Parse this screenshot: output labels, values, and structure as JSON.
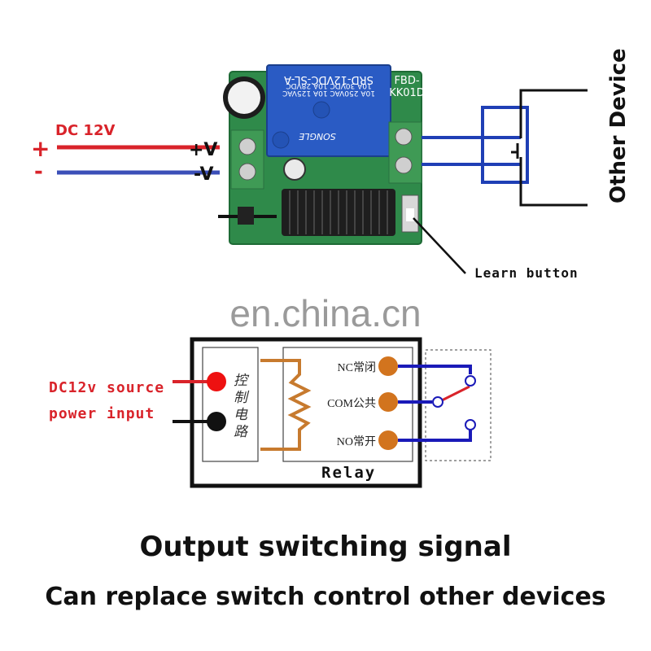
{
  "top_section": {
    "power": {
      "label": "DC 12V",
      "plus_sign": "+",
      "minus_sign": "-",
      "positive_terminal": "+V",
      "negative_terminal": "-V",
      "positive_wire_color": "#d9232a",
      "negative_wire_color": "#3b4fb8"
    },
    "module": {
      "board_model": "FBD-\nKK01D",
      "relay_model": "SRD-12VDC-SL-A",
      "relay_ratings": [
        "10A 250VAC  10A 125VAC",
        "10A 30VDC  10A 28VDC"
      ],
      "relay_brand": "SONGLE",
      "board_color": "#2f8a4a",
      "relay_color": "#2a5bc4"
    },
    "learn_button_label": "Learn button",
    "other_device_label": "Other Device",
    "output_wire_color": "#1f3fb5"
  },
  "watermark": "en.china.cn",
  "schematic": {
    "source_label_line1": "DC12v source",
    "source_label_line2": "power input",
    "control_circuit_label": [
      "控",
      "制",
      "电",
      "路"
    ],
    "terminals": [
      {
        "label": "NC常闭"
      },
      {
        "label": "COM公共"
      },
      {
        "label": "NO常开"
      }
    ],
    "relay_label": "Relay",
    "terminal_color": "#d2741e",
    "wire_color": "#1a1ab8",
    "switch_arm_color": "#d9232a"
  },
  "captions": {
    "title": "Output switching signal",
    "subtitle": "Can replace switch control other devices"
  }
}
